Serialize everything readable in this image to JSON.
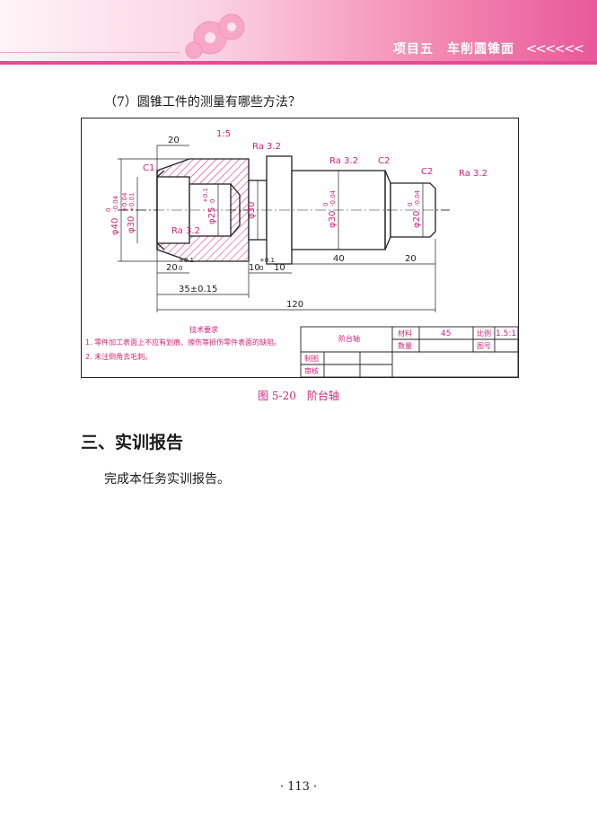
{
  "header": {
    "title": "项目五　车削圆锥面",
    "chevrons": "<<<<<<"
  },
  "question": "（7）圆锥工件的测量有哪些方法？",
  "drawing": {
    "taper": "1:5",
    "roughness": "Ra 3.2",
    "chamfer_c1": "C1",
    "chamfer_c2": "C2",
    "dim_20": "20",
    "dim_phi40": "φ40",
    "tol_phi40_upper": "0",
    "tol_phi40_lower": "-0.04",
    "dim_phi30_bore": "φ30",
    "tol_bore_upper": "+0.04",
    "tol_bore_lower": "+0.01",
    "dim_phi25": "φ25",
    "tol_phi25_upper": "+0.1",
    "tol_phi25_lower": "0",
    "dim_phi30_mid": "φ30",
    "dim_phi30_shaft": "φ30",
    "tol_shaft30_upper": "0",
    "tol_shaft30_lower": "-0.04",
    "dim_phi20": "φ20",
    "tol_phi20_upper": "0",
    "tol_phi20_lower": "-0.04",
    "dim_20_depth": "20",
    "tol_depth_upper": "+0.1",
    "tol_depth_lower": "0",
    "dim_10_groove": "10",
    "tol_groove_upper": "+0.1",
    "tol_groove_lower": "0",
    "dim_10_collar": "10",
    "dim_40": "40",
    "dim_20_end": "20",
    "dim_35": "35±0.15",
    "dim_120": "120",
    "tech_title": "技术要求",
    "tech_note_1": "1. 零件加工表面上不应有划痕、擦伤等损伤零件表面的缺陷。",
    "tech_note_2": "2. 未注倒角去毛刺。",
    "title_block": {
      "part_name": "阶台轴",
      "material_label": "材料",
      "material_value": "45",
      "scale_label": "比例",
      "scale_value": "1.5:1",
      "qty_label": "数量",
      "drawing_no_label": "图号",
      "drawn_label": "制图",
      "checked_label": "审核"
    }
  },
  "caption": "图 5-20　阶台轴",
  "section_title": "三、实训报告",
  "body_text": "完成本任务实训报告。",
  "page_number": "· 113 ·",
  "colors": {
    "accent": "#e64a93",
    "drawing_pink": "#d4237a"
  }
}
